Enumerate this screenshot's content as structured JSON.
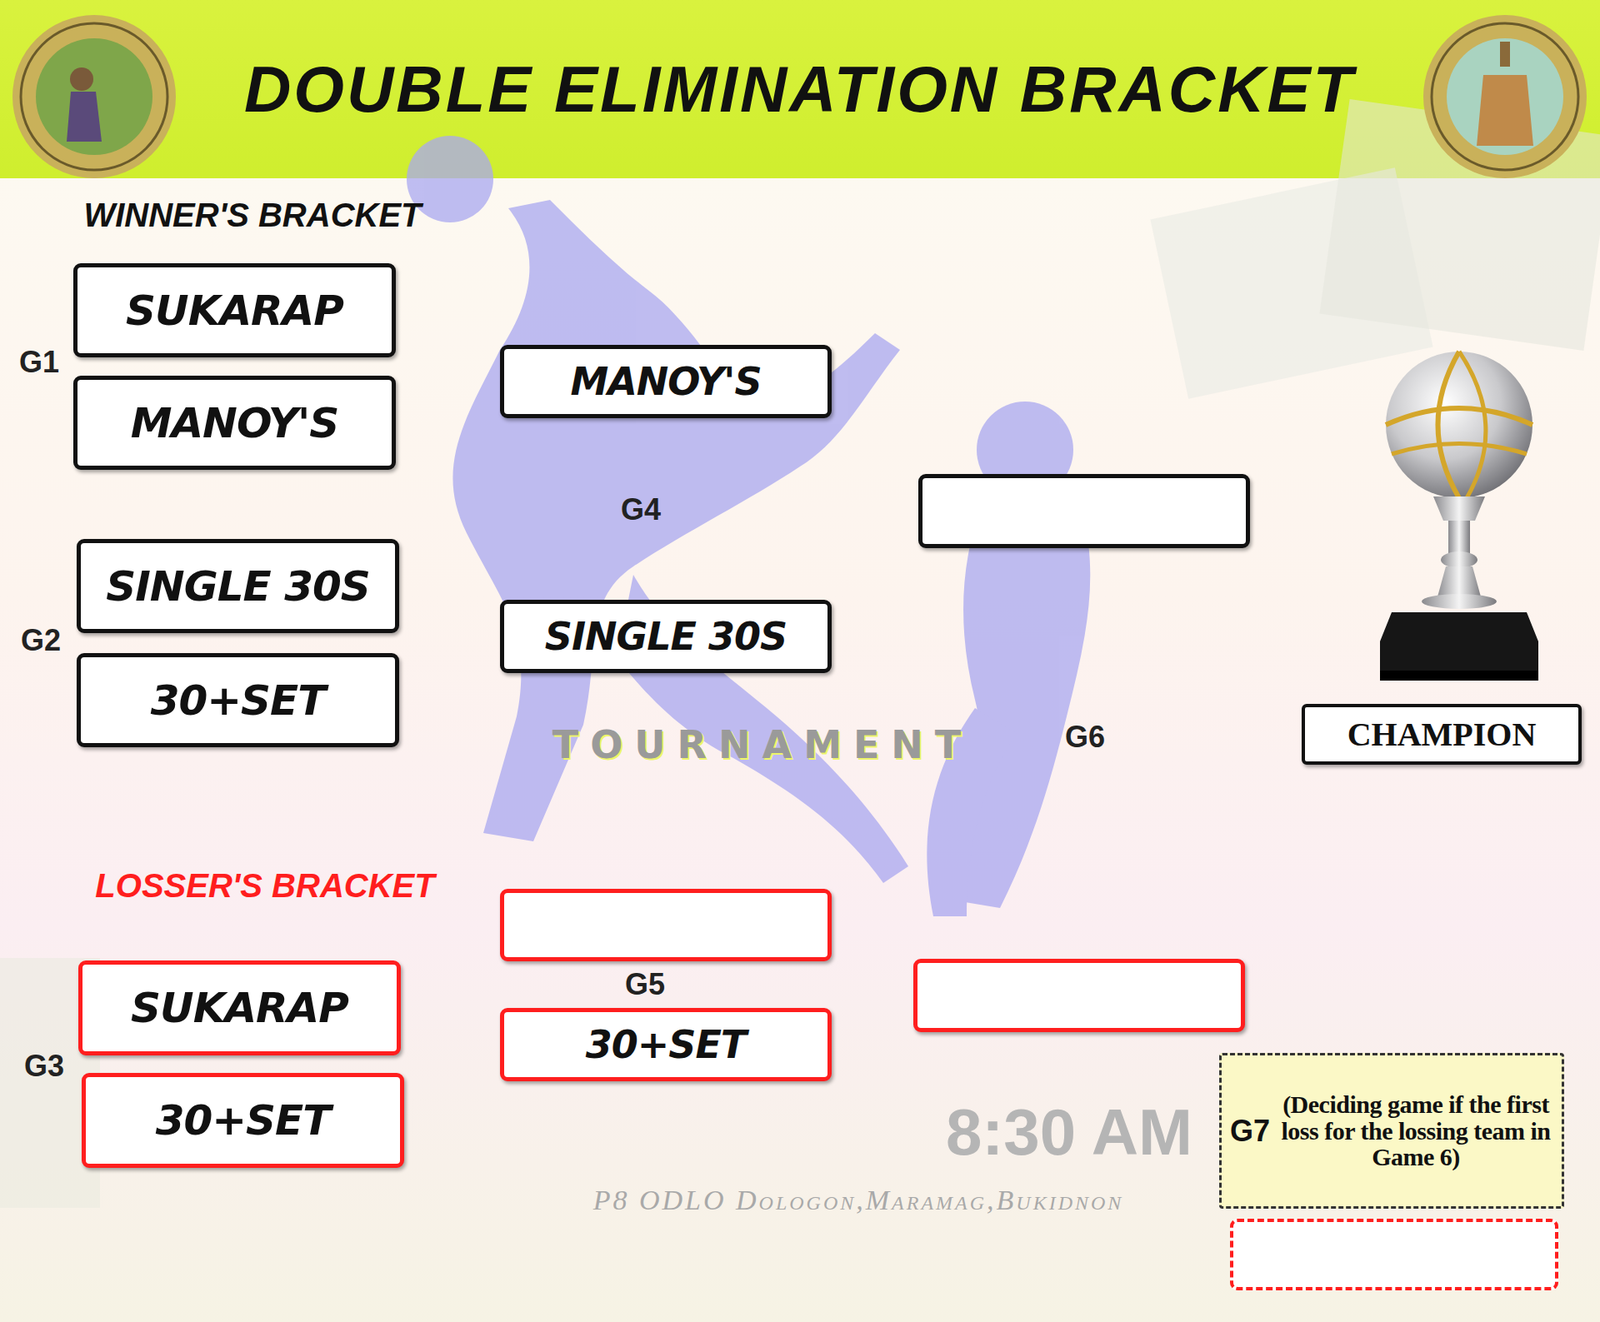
{
  "diagram": {
    "title": "DOUBLE ELIMINATION BRACKET",
    "nodes": [
      {
        "text": [
          "SUKARAP"
        ]
      },
      {
        "text": [
          "MANOY'S"
        ]
      },
      {
        "text": [
          "SINGLE 30S"
        ]
      },
      {
        "text": [
          "30+SET"
        ]
      },
      {
        "text": [
          "MANOY'S"
        ]
      },
      {
        "text": [
          "SINGLE 30S"
        ]
      },
      {
        "text": [
          "CHAMPION"
        ]
      },
      {
        "text": [
          "SUKARAP"
        ]
      },
      {
        "text": [
          "30+SET"
        ]
      },
      {
        "text": [
          "30+SET"
        ]
      },
      {
        "text": [
          "G7",
          "(Deciding game if the first loss for the lossing team in Game 6)"
        ]
      }
    ],
    "edges": [],
    "labels": [
      "WINNER'S BRACKET",
      "G1",
      "G2",
      "G4",
      "G6",
      "LOSSER'S BRACKET",
      "G3",
      "G5",
      "TOURNAMENT",
      "8:30 AM",
      "P8 ODLO Dologon,Maramag,Bukidnon"
    ]
  }
}
